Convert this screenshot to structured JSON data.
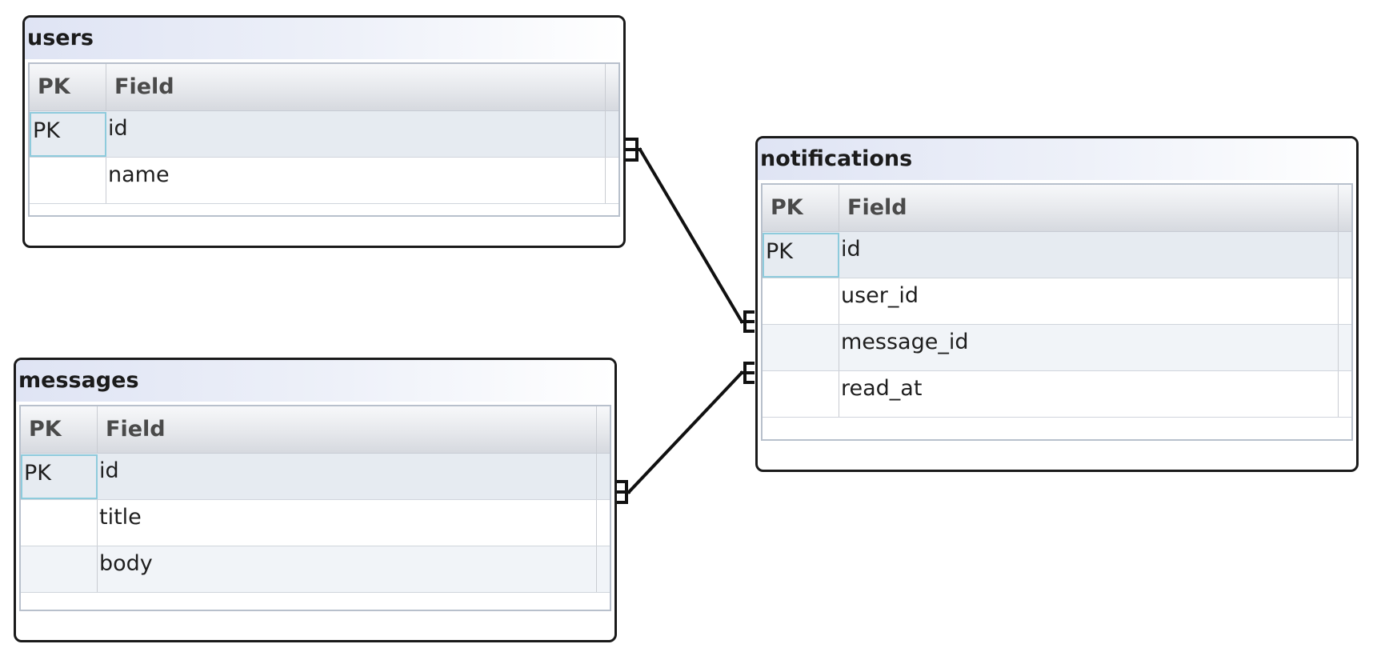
{
  "pk_header": "PK",
  "field_header": "Field",
  "entities": {
    "users": {
      "title": "users",
      "rows": [
        {
          "pk": "PK",
          "field": "id"
        },
        {
          "pk": "",
          "field": "name"
        }
      ]
    },
    "messages": {
      "title": "messages",
      "rows": [
        {
          "pk": "PK",
          "field": "id"
        },
        {
          "pk": "",
          "field": "title"
        },
        {
          "pk": "",
          "field": "body"
        }
      ]
    },
    "notifications": {
      "title": "notifications",
      "rows": [
        {
          "pk": "PK",
          "field": "id"
        },
        {
          "pk": "",
          "field": "user_id"
        },
        {
          "pk": "",
          "field": "message_id"
        },
        {
          "pk": "",
          "field": "read_at"
        }
      ]
    }
  },
  "relationships": [
    {
      "from": "users.id",
      "to": "notifications.user_id"
    },
    {
      "from": "messages.id",
      "to": "notifications.message_id"
    }
  ],
  "colors": {
    "border": "#1a1a1a",
    "title_gradient_start": "#dfe4f4",
    "pk_focus": "#8ecbdc"
  }
}
